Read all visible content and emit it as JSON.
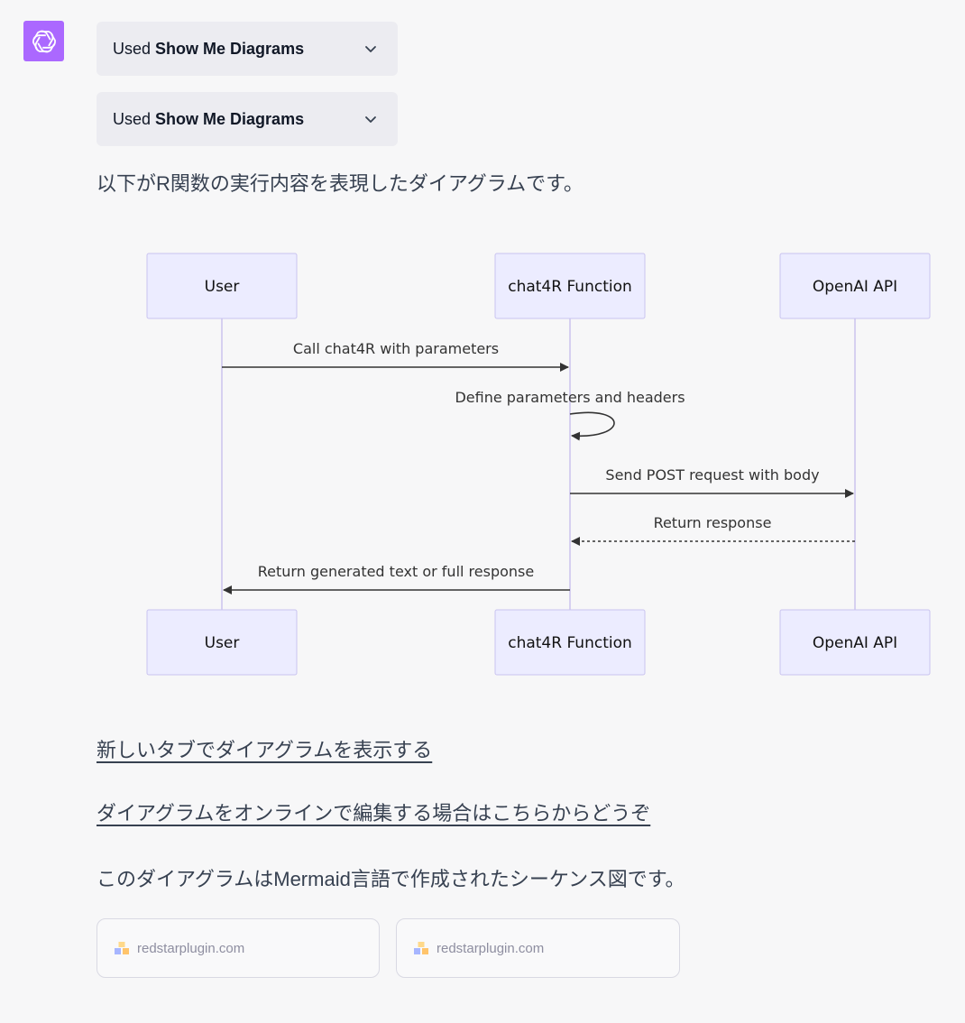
{
  "plugin_uses": [
    {
      "prefix": "Used",
      "name": "Show Me Diagrams"
    },
    {
      "prefix": "Used",
      "name": "Show Me Diagrams"
    }
  ],
  "intro_text": "以下がR関数の実行内容を表現したダイアグラムです。",
  "diagram": {
    "participants": [
      "User",
      "chat4R Function",
      "OpenAI API"
    ],
    "messages": [
      {
        "from": "User",
        "to": "chat4R Function",
        "text": "Call chat4R with parameters",
        "style": "solid"
      },
      {
        "from": "chat4R Function",
        "to": "chat4R Function",
        "text": "Define parameters and headers",
        "style": "solid"
      },
      {
        "from": "chat4R Function",
        "to": "OpenAI API",
        "text": "Send POST request with body",
        "style": "solid"
      },
      {
        "from": "OpenAI API",
        "to": "chat4R Function",
        "text": "Return response",
        "style": "dashed"
      },
      {
        "from": "chat4R Function",
        "to": "User",
        "text": "Return generated text or full response",
        "style": "solid"
      }
    ],
    "colors": {
      "box_fill": "#ececff",
      "box_stroke": "#c9c3ef",
      "lifeline": "#cbc4ee",
      "arrow": "#333333"
    }
  },
  "links": {
    "open_new_tab": "新しいタブでダイアグラムを表示する",
    "edit_online": "ダイアグラムをオンラインで編集する場合はこちらからどうぞ"
  },
  "outro_text": "このダイアグラムはMermaid言語で作成されたシーケンス図です。",
  "sources": [
    {
      "domain": "redstarplugin.com",
      "icon": "plugin-favicon"
    },
    {
      "domain": "redstarplugin.com",
      "icon": "plugin-favicon"
    }
  ],
  "accent_color": "#ab68ff"
}
